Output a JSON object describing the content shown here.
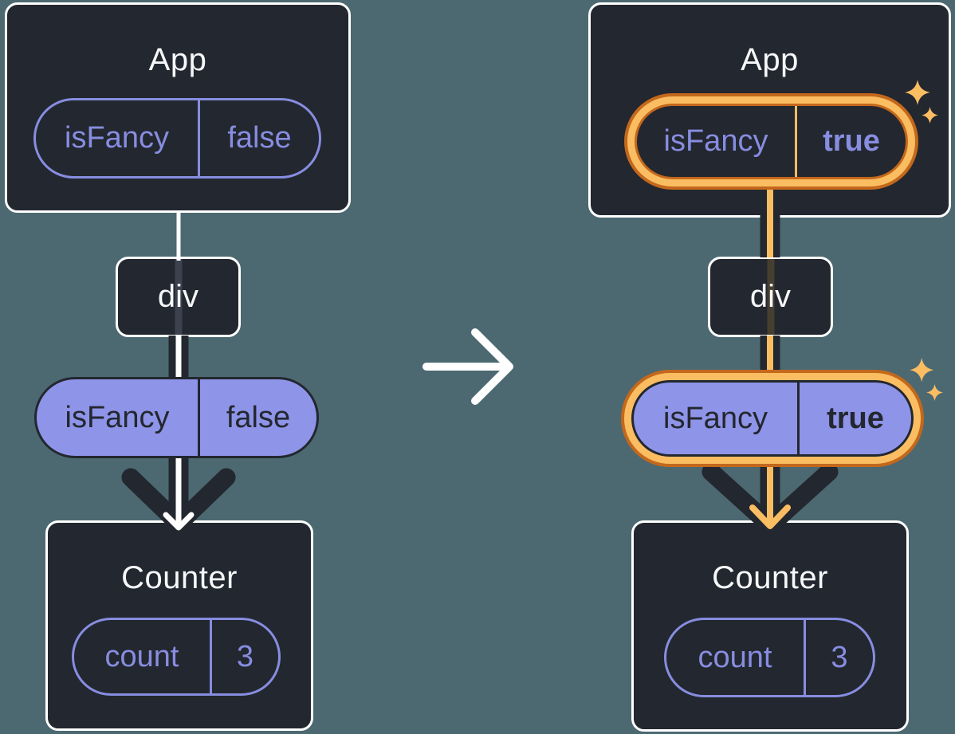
{
  "colors": {
    "background": "#4C6971",
    "panel_background": "#23272F",
    "panel_border": "#FFFFFF",
    "state_purple": "#878DE0",
    "state_purple_fill": "#8E94E8",
    "highlight_orange_dark": "#C3681C",
    "highlight_orange_light": "#FABD62"
  },
  "before": {
    "app": {
      "title": "App",
      "state_name": "isFancy",
      "state_value": "false"
    },
    "div_node": {
      "label": "div"
    },
    "passed_state": {
      "name": "isFancy",
      "value": "false"
    },
    "counter": {
      "title": "Counter",
      "state_name": "count",
      "state_value": "3"
    }
  },
  "after": {
    "app": {
      "title": "App",
      "state_name": "isFancy",
      "state_value": "true"
    },
    "div_node": {
      "label": "div"
    },
    "passed_state": {
      "name": "isFancy",
      "value": "true"
    },
    "counter": {
      "title": "Counter",
      "state_name": "count",
      "state_value": "3"
    }
  },
  "icons": {
    "transition_arrow": "→",
    "sparkles": "✦"
  }
}
